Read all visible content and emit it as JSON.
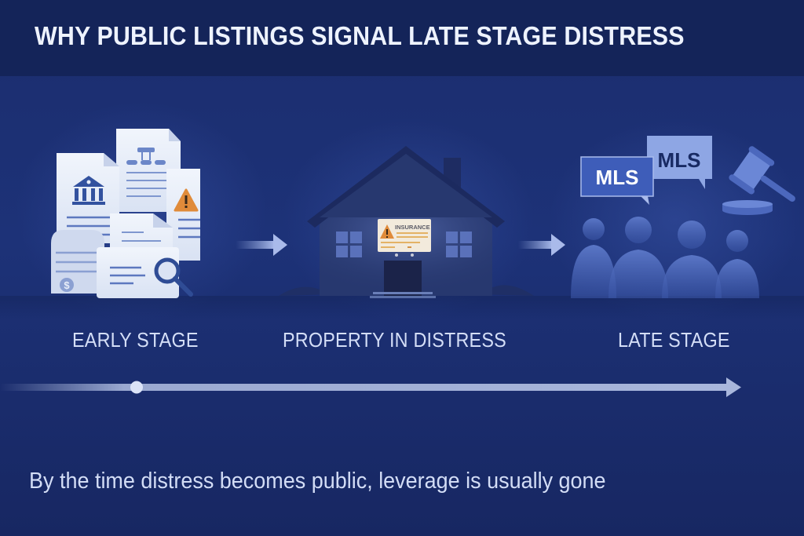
{
  "header": {
    "title": "WHY PUBLIC LISTINGS SIGNAL LATE STAGE DISTRESS"
  },
  "stages": [
    {
      "id": "early",
      "label": "EARLY STAGE",
      "icon": "documents-stack-icon"
    },
    {
      "id": "distress",
      "label": "PROPERTY IN DISTRESS",
      "icon": "house-with-notice-icon",
      "notice_text": "INSURANCE"
    },
    {
      "id": "late",
      "label": "LATE STAGE",
      "icon": "crowd-with-mls-and-gavel-icon",
      "bubbles": [
        "MLS",
        "MLS"
      ]
    }
  ],
  "timeline": {
    "start_marker": "dot",
    "end_marker": "arrow"
  },
  "footer": {
    "subtitle": "By the time distress becomes public, leverage is usually gone"
  },
  "colors": {
    "background": "#1d3278",
    "header_band": "#142459",
    "title_text": "#eef3ff",
    "label_text": "#d4def7",
    "document": "#e8eef9",
    "document_icon": "#3b5aa6",
    "warning": "#e08b3a",
    "house": "#25366f",
    "silhouette": "#4a67b8",
    "mls_bubble_dark": "#3f5fb8",
    "mls_bubble_light": "#8ba3e2",
    "timeline": "#a9b7dc"
  }
}
